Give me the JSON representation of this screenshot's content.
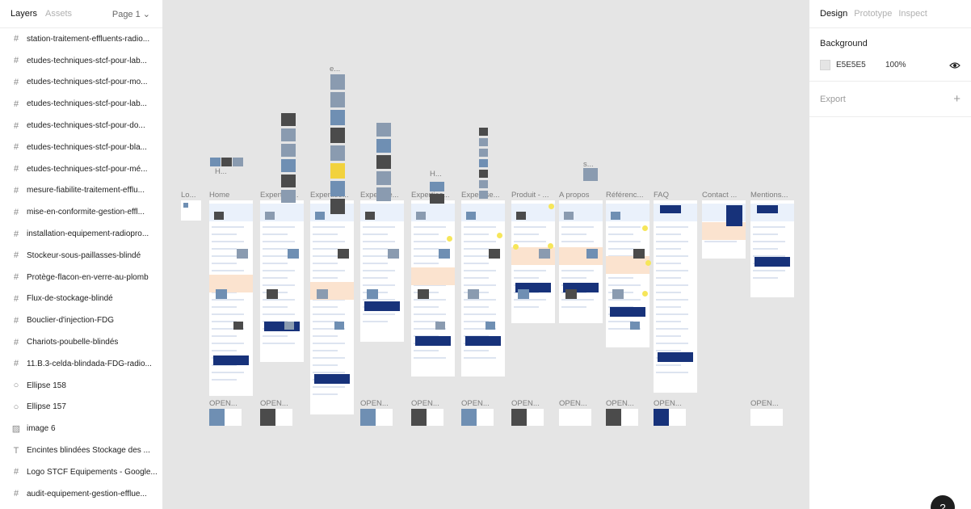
{
  "left_panel": {
    "tabs": [
      "Layers",
      "Assets"
    ],
    "page_selector": "Page 1 ⌄",
    "layers": [
      {
        "icon": "#",
        "name": "station-traitement-effluents-radio..."
      },
      {
        "icon": "#",
        "name": "etudes-techniques-stcf-pour-lab..."
      },
      {
        "icon": "#",
        "name": "etudes-techniques-stcf-pour-mo..."
      },
      {
        "icon": "#",
        "name": "etudes-techniques-stcf-pour-lab..."
      },
      {
        "icon": "#",
        "name": "etudes-techniques-stcf-pour-do..."
      },
      {
        "icon": "#",
        "name": "etudes-techniques-stcf-pour-bla..."
      },
      {
        "icon": "#",
        "name": "etudes-techniques-stcf-pour-mé..."
      },
      {
        "icon": "#",
        "name": "mesure-fiabilite-traitement-efflu..."
      },
      {
        "icon": "#",
        "name": "mise-en-conformite-gestion-effl..."
      },
      {
        "icon": "#",
        "name": "installation-equipement-radiopro..."
      },
      {
        "icon": "#",
        "name": "Stockeur-sous-paillasses-blindé"
      },
      {
        "icon": "#",
        "name": "Protège-flacon-en-verre-au-plomb"
      },
      {
        "icon": "#",
        "name": "Flux-de-stockage-blindé"
      },
      {
        "icon": "#",
        "name": "Bouclier-d'injection-FDG"
      },
      {
        "icon": "#",
        "name": "Chariots-poubelle-blindés"
      },
      {
        "icon": "#",
        "name": "11.B.3-celda-blindada-FDG-radio..."
      },
      {
        "icon": "○",
        "name": "Ellipse 158"
      },
      {
        "icon": "○",
        "name": "Ellipse 157"
      },
      {
        "icon": "▨",
        "name": "image 6"
      },
      {
        "icon": "T",
        "name": "Encintes blindées  Stockage des ..."
      },
      {
        "icon": "#",
        "name": "Logo STCF Equipements - Google..."
      },
      {
        "icon": "#",
        "name": "audit-equipement-gestion-efflue..."
      }
    ]
  },
  "right_panel": {
    "tabs": [
      "Design",
      "Prototype",
      "Inspect"
    ],
    "background_title": "Background",
    "background_hex": "E5E5E5",
    "background_opacity": "100%",
    "export_title": "Export",
    "export_add": "+",
    "help": "?"
  },
  "canvas": {
    "frame_labels": [
      "Lo...",
      "Home",
      "Expertise...",
      "Expertise...",
      "Expertise...",
      "Expertise...",
      "Expertise...",
      "Produit - ...",
      "A propos",
      "Référenc...",
      "FAQ",
      "Contact ...",
      "Mentions..."
    ],
    "open_labels": [
      "OPEN...",
      "OPEN...",
      "OPEN...",
      "OPEN...",
      "OPEN...",
      "OPEN...",
      "OPEN...",
      "OPEN...",
      "OPEN...",
      "OPEN..."
    ],
    "floating_labels": [
      "H...",
      "e...",
      "H...",
      "s..."
    ]
  },
  "colors": {
    "canvas_bg": "#E5E5E5",
    "navy": "#17327a",
    "peach": "#fbe3cf",
    "highlight": "#f6e65a"
  }
}
